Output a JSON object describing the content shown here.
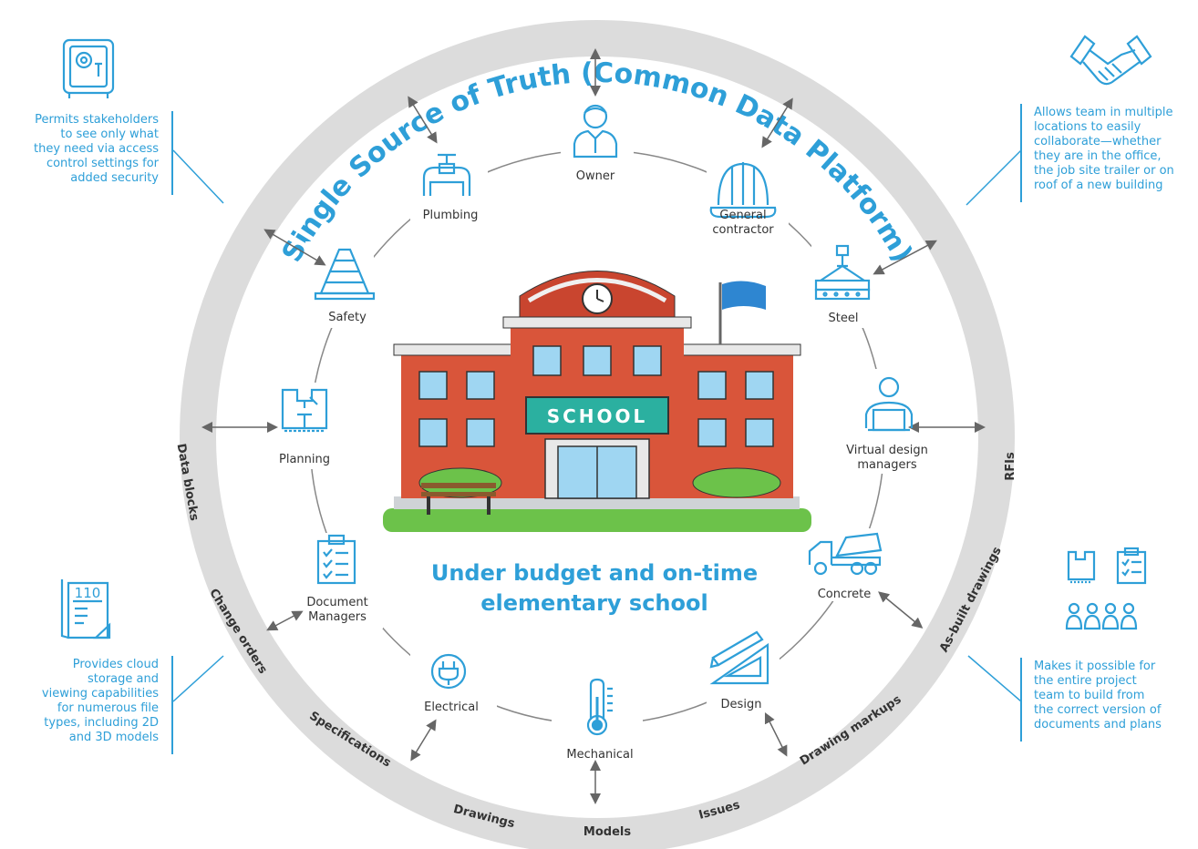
{
  "title": "Single Source of Truth (Common Data Platform)",
  "center_caption": {
    "line1": "Under budget and on-time",
    "line2": "elementary school"
  },
  "school_sign": "SCHOOL",
  "roles": {
    "owner": "Owner",
    "general_contractor_1": "General",
    "general_contractor_2": "contractor",
    "steel": "Steel",
    "vdm_1": "Virtual design",
    "vdm_2": "managers",
    "concrete": "Concrete",
    "design": "Design",
    "mechanical": "Mechanical",
    "electrical": "Electrical",
    "doc_mgr_1": "Document",
    "doc_mgr_2": "Managers",
    "planning": "Planning",
    "safety": "Safety",
    "plumbing": "Plumbing"
  },
  "ring_labels": {
    "rfis": "RFIs",
    "as_built": "As-built drawings",
    "drawing_markups": "Drawing markups",
    "issues": "Issues",
    "models": "Models",
    "drawings": "Drawings",
    "specifications": "Specifications",
    "change_orders": "Change orders",
    "data_blocks": "Data blocks"
  },
  "notes": {
    "top_left": [
      "Permits stakeholders",
      "to see only what",
      "they need via access",
      "control settings for",
      "added security"
    ],
    "top_right": [
      "Allows team in multiple",
      "locations to easily",
      "collaborate—whether",
      "they are in the office,",
      "the job site trailer or on",
      "roof of a new building"
    ],
    "bottom_left": [
      "Provides cloud",
      "storage and",
      "viewing capabilities",
      "for numerous file",
      "types, including 2D",
      "and 3D models"
    ],
    "bottom_right": [
      "Makes it possible for",
      "the entire project",
      "team to build from",
      "the correct version of",
      "documents and plans"
    ]
  },
  "doc_icon_number": "110",
  "colors": {
    "accent": "#2e9fd8",
    "ring": "#dcdcdc",
    "brick": "#d9553a",
    "roof": "#c9452f",
    "sign": "#2bb0a0",
    "grass": "#6cc24a",
    "flag": "#2e86d1"
  }
}
